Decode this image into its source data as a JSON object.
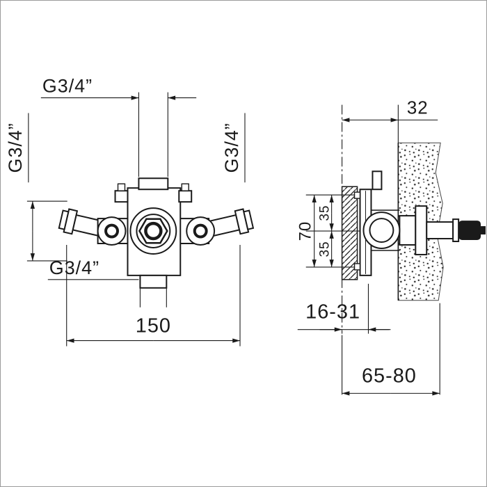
{
  "page": {
    "background": "#ffffff",
    "border_color": "#9a9a9a",
    "line_color": "#1a1a1a"
  },
  "drawing": {
    "type": "technical-installation-diagram",
    "front_view": {
      "labels": {
        "thread_top": "G3/4”",
        "thread_left": "G3/4”",
        "thread_right": "G3/4”",
        "thread_bottom": "G3/4”"
      },
      "dimensions": {
        "width": "150"
      }
    },
    "side_view": {
      "dimensions": {
        "depth": "32",
        "height_total": "70",
        "height_upper": "35",
        "height_lower": "35",
        "range_finish": "16-31",
        "range_total": "65-80"
      }
    }
  }
}
